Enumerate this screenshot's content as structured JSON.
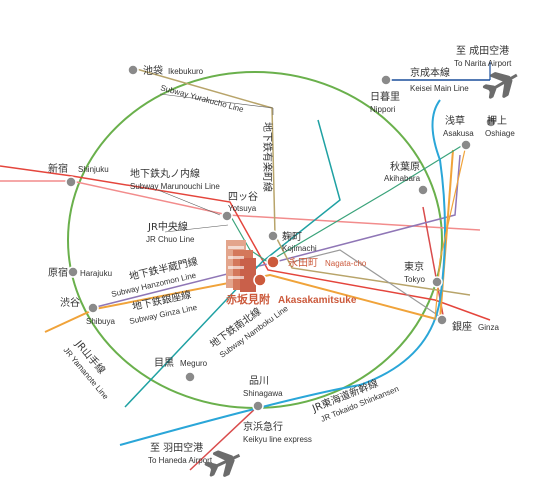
{
  "colors": {
    "loop": "#6ab04c",
    "ginza": "#f0a33a",
    "hanzomon": "#8f76b6",
    "marunouchi": "#e4453c",
    "namboku": "#1fa1a3",
    "yurakucho": "#b8a46a",
    "chiyoda": "#3aa37a",
    "shinkansen": "#2aa6d8",
    "keisei": "#1a4f9c",
    "chuo": "#f28c8c",
    "keikyu": "#d94c4c",
    "akasaka": "#cc5a3c",
    "station": "#8a8a8a"
  },
  "stations": {
    "ikebukuro": {
      "jp": "池袋",
      "en": "Ikebukuro"
    },
    "nippori": {
      "jp": "日暮里",
      "en": "Nippori"
    },
    "shinjuku": {
      "jp": "新宿",
      "en": "Shinjuku"
    },
    "yotsuya": {
      "jp": "四ッ谷",
      "en": "Yotsuya"
    },
    "kojimachi": {
      "jp": "麹町",
      "en": "Kojimachi"
    },
    "nagatacho": {
      "jp": "永田町",
      "en": "Nagata-cho"
    },
    "akasakamitsuke": {
      "jp": "赤坂見附",
      "en": "Akasakamitsuke"
    },
    "harajuku": {
      "jp": "原宿",
      "en": "Harajuku"
    },
    "shibuya": {
      "jp": "渋谷",
      "en": "Shibuya"
    },
    "meguro": {
      "jp": "目黒",
      "en": "Meguro"
    },
    "shinagawa": {
      "jp": "品川",
      "en": "Shinagawa"
    },
    "tokyo": {
      "jp": "東京",
      "en": "Tokyo"
    },
    "ginza": {
      "jp": "銀座",
      "en": "Ginza"
    },
    "akihabara": {
      "jp": "秋葉原",
      "en": "Akihabara"
    },
    "asakusa": {
      "jp": "浅草",
      "en": "Asakusa"
    },
    "oshiage": {
      "jp": "押上",
      "en": "Oshiage"
    }
  },
  "lines": {
    "yurakucho_en": "Subway Yurakucho Line",
    "yurakucho_jp": "地下鉄有楽町線",
    "marunouchi_jp": "地下鉄丸ノ内線",
    "marunouchi_en": "Subway Marunouchi Line",
    "chuo_jp": "JR中央線",
    "chuo_en": "JR Chuo Line",
    "hanzomon_jp": "地下鉄半蔵門線",
    "hanzomon_en": "Subway Hanzomon Line",
    "ginza_jp": "地下鉄銀座線",
    "ginza_en": "Subway Ginza Line",
    "namboku_jp": "地下鉄南北線",
    "namboku_en": "Subway Namboku Line",
    "yamanote_jp": "JR山手線",
    "yamanote_en": "JR Yamanote Line",
    "shinkansen_jp": "JR東海道新幹線",
    "shinkansen_en": "JR Tokaido Shinkansen",
    "keisei_jp": "京成本線",
    "keisei_en": "Keisei Main Line",
    "keikyu_jp": "京浜急行",
    "keikyu_en": "Keikyu line express"
  },
  "airports": {
    "narita_jp": "至 成田空港",
    "narita_en": "To Narita Airport",
    "haneda_jp": "至 羽田空港",
    "haneda_en": "To Haneda Airport"
  },
  "icons": [
    "airplane-icon",
    "building-icon"
  ]
}
